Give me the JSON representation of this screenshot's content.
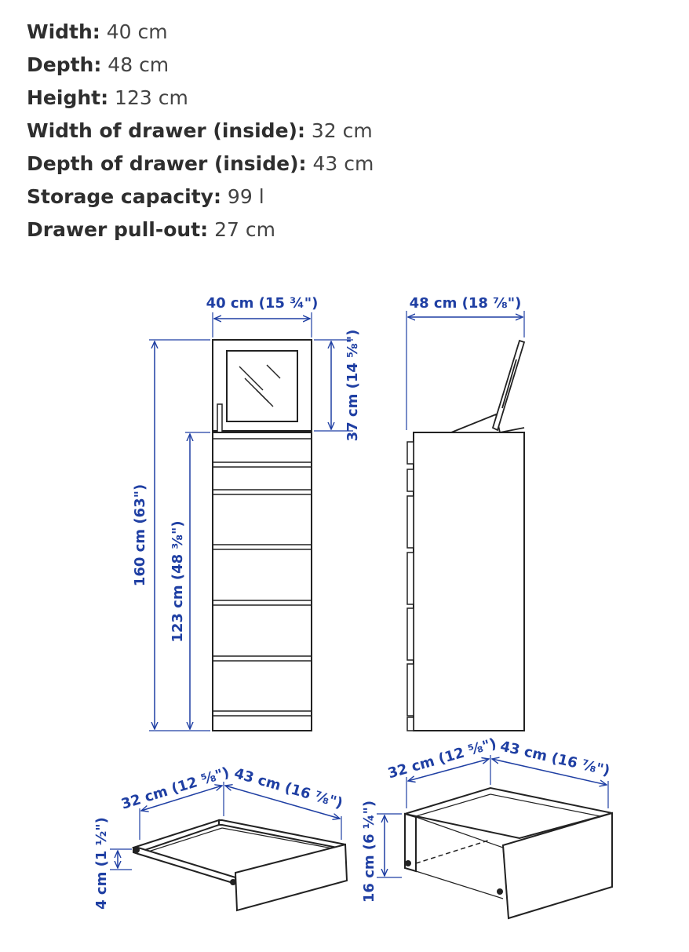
{
  "specs": [
    {
      "label": "Width:",
      "value": " 40 cm"
    },
    {
      "label": "Depth:",
      "value": " 48 cm"
    },
    {
      "label": "Height:",
      "value": " 123 cm"
    },
    {
      "label": "Width of drawer (inside):",
      "value": " 32 cm"
    },
    {
      "label": "Depth of drawer (inside):",
      "value": " 43 cm"
    },
    {
      "label": "Storage capacity:",
      "value": " 99 l"
    },
    {
      "label": "Drawer pull-out:",
      "value": " 27 cm"
    }
  ],
  "dimensions": {
    "front_width": "40 cm (15 ¾\")",
    "side_depth": "48 cm (18 ⅞\")",
    "mirror_height": "37 cm (14 ⅝\")",
    "total_height": "160 cm (63\")",
    "body_height": "123 cm (48 ⅜\")",
    "small_drawer_width": "32 cm (12 ⅝\")",
    "small_drawer_depth": "43 cm (16 ⅞\")",
    "small_drawer_height": "4 cm (1 ½\")",
    "large_drawer_width": "32 cm (12 ⅝\")",
    "large_drawer_depth": "43 cm (16 ⅞\")",
    "large_drawer_height": "16 cm (6 ¼\")"
  },
  "colors": {
    "dimension": "#1f3fa3",
    "line": "#222222"
  }
}
